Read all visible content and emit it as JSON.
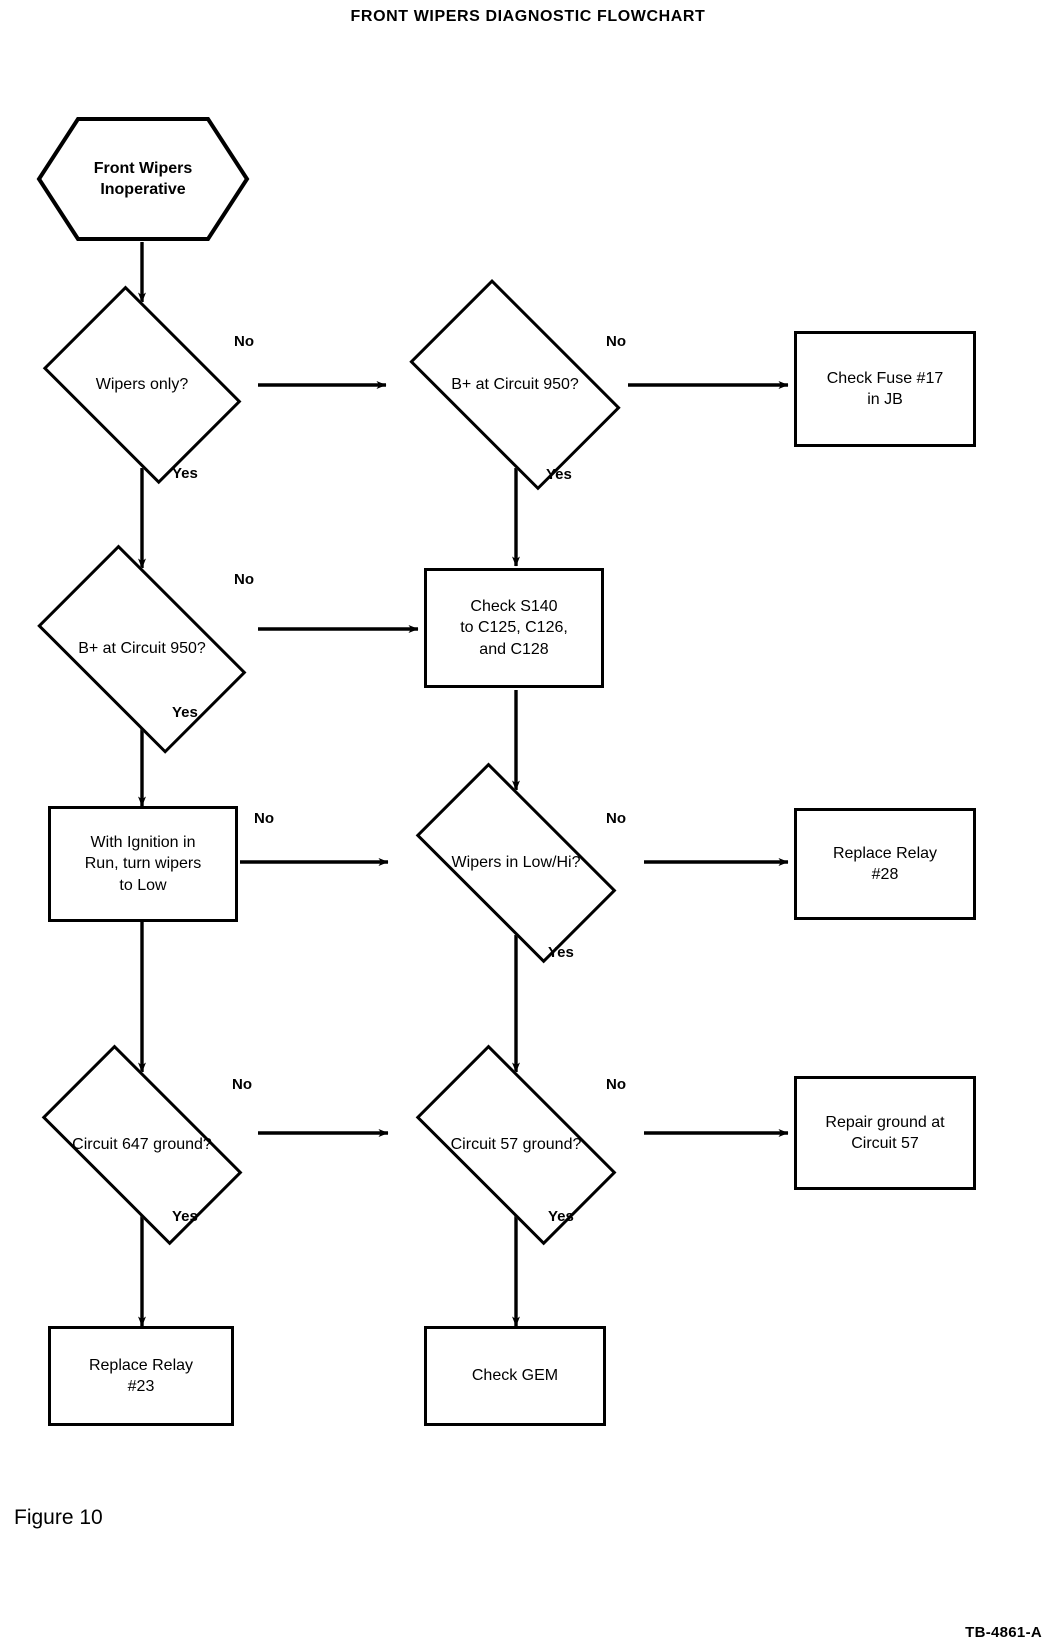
{
  "document": {
    "title": "FRONT WIPERS DIAGNOSTIC FLOWCHART",
    "figure_caption": "Figure 10",
    "reference_code": "TB-4861-A"
  },
  "chart_data": {
    "type": "diagram",
    "subtype": "flowchart",
    "title": "FRONT WIPERS DIAGNOSTIC FLOWCHART",
    "orientation": "top-down with right branches",
    "nodes": [
      {
        "id": "start",
        "shape": "hexagon",
        "text": "Front Wipers Inoperative"
      },
      {
        "id": "d1",
        "shape": "diamond",
        "text": "Wipers only?"
      },
      {
        "id": "d2",
        "shape": "diamond",
        "text": "B+ at Circuit 950?"
      },
      {
        "id": "fuse",
        "shape": "rectangle",
        "text": "Check Fuse #17 in JB"
      },
      {
        "id": "d3",
        "shape": "diamond",
        "text": "B+ at Circuit 950?"
      },
      {
        "id": "s140",
        "shape": "rectangle",
        "text": "Check S140 to C125, C126, and C128"
      },
      {
        "id": "ignition",
        "shape": "rectangle",
        "text": "With Ignition in Run, turn wipers to Low"
      },
      {
        "id": "d4",
        "shape": "diamond",
        "text": "Wipers in Low/Hi?"
      },
      {
        "id": "relay28",
        "shape": "rectangle",
        "text": "Replace Relay #28"
      },
      {
        "id": "d5",
        "shape": "diamond",
        "text": "Circuit 647 ground?"
      },
      {
        "id": "d6",
        "shape": "diamond",
        "text": "Circuit 57 ground?"
      },
      {
        "id": "repair57",
        "shape": "rectangle",
        "text": "Repair ground at Circuit 57"
      },
      {
        "id": "relay23",
        "shape": "rectangle",
        "text": "Replace Relay #23"
      },
      {
        "id": "gem",
        "shape": "rectangle",
        "text": "Check GEM"
      }
    ],
    "edges": [
      {
        "from": "start",
        "to": "d1",
        "label": ""
      },
      {
        "from": "d1",
        "to": "d2",
        "label": "No"
      },
      {
        "from": "d1",
        "to": "d3",
        "label": "Yes"
      },
      {
        "from": "d2",
        "to": "fuse",
        "label": "No"
      },
      {
        "from": "d2",
        "to": "s140",
        "label": "Yes"
      },
      {
        "from": "d3",
        "to": "s140",
        "label": "No"
      },
      {
        "from": "d3",
        "to": "ignition",
        "label": "Yes"
      },
      {
        "from": "s140",
        "to": "d4",
        "label": ""
      },
      {
        "from": "ignition",
        "to": "d4",
        "label": "No"
      },
      {
        "from": "ignition",
        "to": "d5",
        "label": ""
      },
      {
        "from": "d4",
        "to": "relay28",
        "label": "No"
      },
      {
        "from": "d4",
        "to": "d6",
        "label": "Yes"
      },
      {
        "from": "d5",
        "to": "d6",
        "label": "No"
      },
      {
        "from": "d5",
        "to": "relay23",
        "label": "Yes"
      },
      {
        "from": "d6",
        "to": "repair57",
        "label": "No"
      },
      {
        "from": "d6",
        "to": "gem",
        "label": "Yes"
      }
    ]
  },
  "nodes": {
    "start": "Front Wipers\nInoperative",
    "d1": "Wipers only?",
    "d2": "B+ at Circuit 950?",
    "fuse": "Check Fuse #17\nin JB",
    "d3": "B+ at Circuit 950?",
    "s140": "Check S140\nto C125, C126,\nand C128",
    "ignition": "With Ignition in\nRun, turn wipers\nto Low",
    "d4": "Wipers in Low/Hi?",
    "relay28": "Replace Relay\n#28",
    "d5": "Circuit 647 ground?",
    "d6": "Circuit 57 ground?",
    "repair57": "Repair ground at\nCircuit 57",
    "relay23": "Replace Relay\n#23",
    "gem": "Check GEM"
  },
  "edge_labels": {
    "d1_no": "No",
    "d1_yes": "Yes",
    "d2_no": "No",
    "d2_yes": "Yes",
    "d3_no": "No",
    "d3_yes": "Yes",
    "d4_no": "No",
    "d4_yes": "Yes",
    "d5_no": "No",
    "d5_yes": "Yes",
    "d6_no": "No",
    "d6_yes": "Yes"
  },
  "colors": {
    "stroke": "#000000",
    "fill": "#ffffff",
    "text": "#000000"
  }
}
